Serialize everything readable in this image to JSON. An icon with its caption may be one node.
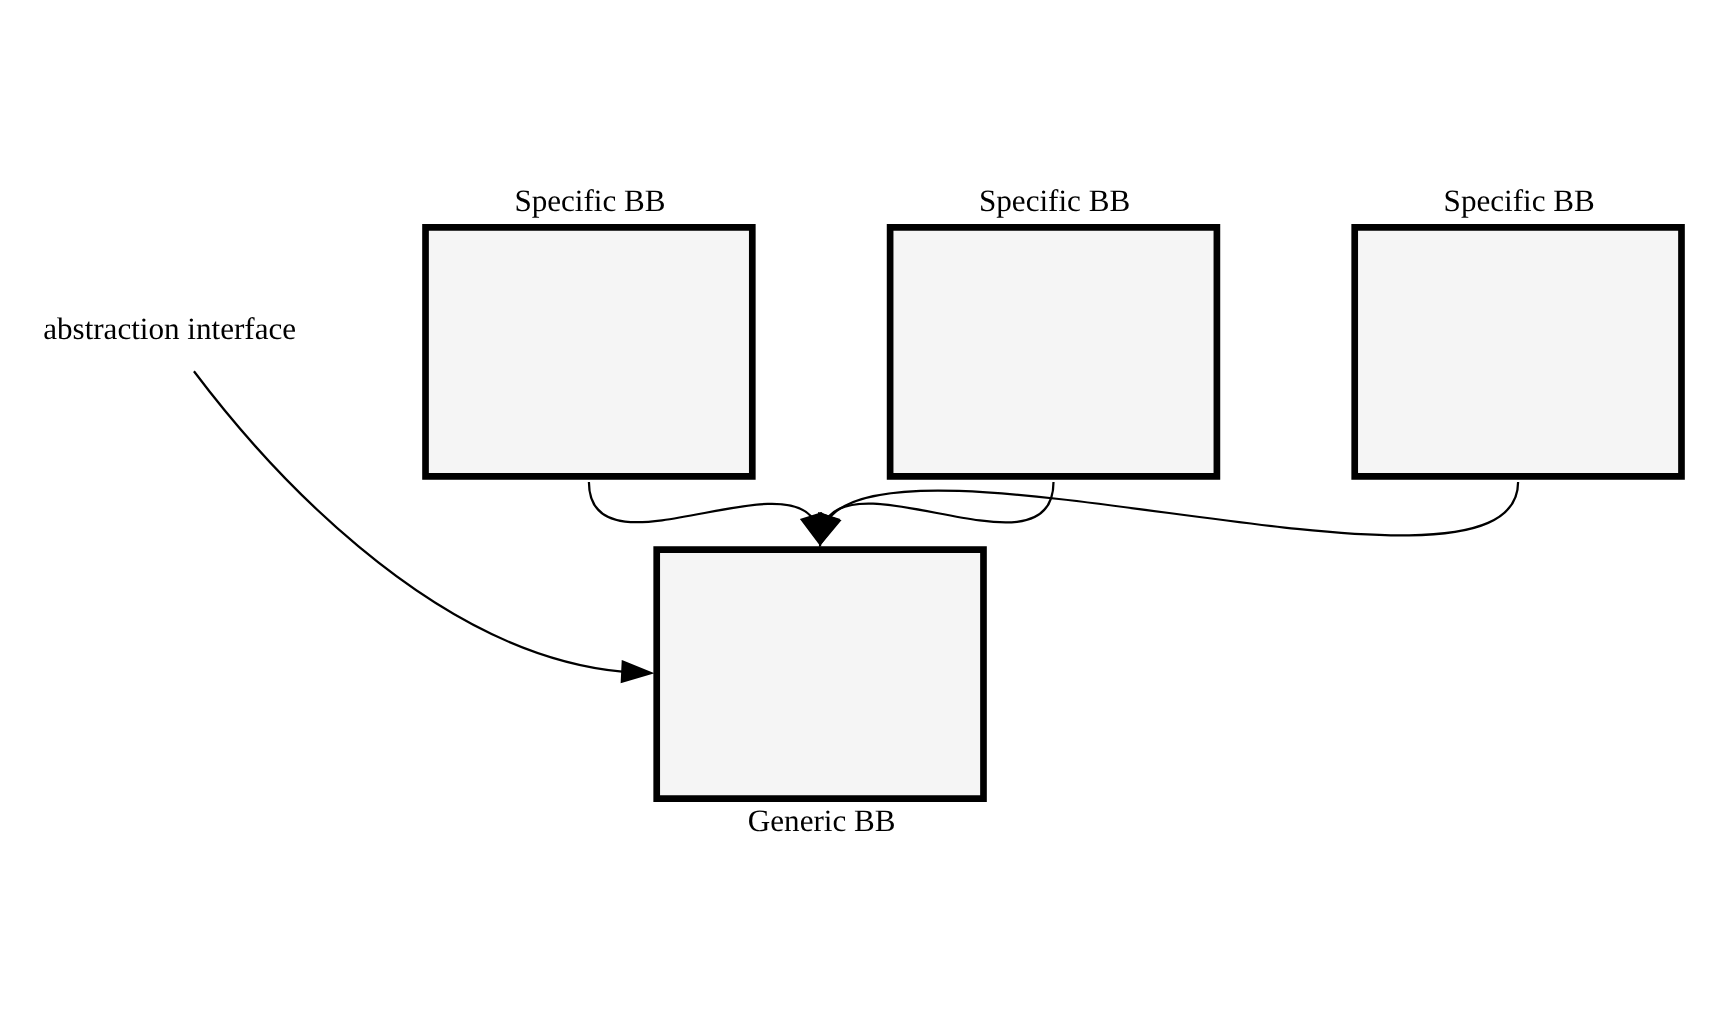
{
  "diagram": {
    "nodes": [
      {
        "text": [
          "Specific BB"
        ]
      },
      {
        "text": [
          "Specific BB"
        ]
      },
      {
        "text": [
          "Specific BB"
        ]
      },
      {
        "text": [
          "Generic BB"
        ]
      },
      {
        "text": [
          "abstraction interface"
        ]
      }
    ],
    "edges": [
      {
        "from": 0,
        "to": 3,
        "arrow": "to"
      },
      {
        "from": 1,
        "to": 3,
        "arrow": "to"
      },
      {
        "from": 2,
        "to": 3,
        "arrow": "to"
      },
      {
        "from": 4,
        "to": 3,
        "arrow": "to"
      }
    ]
  }
}
